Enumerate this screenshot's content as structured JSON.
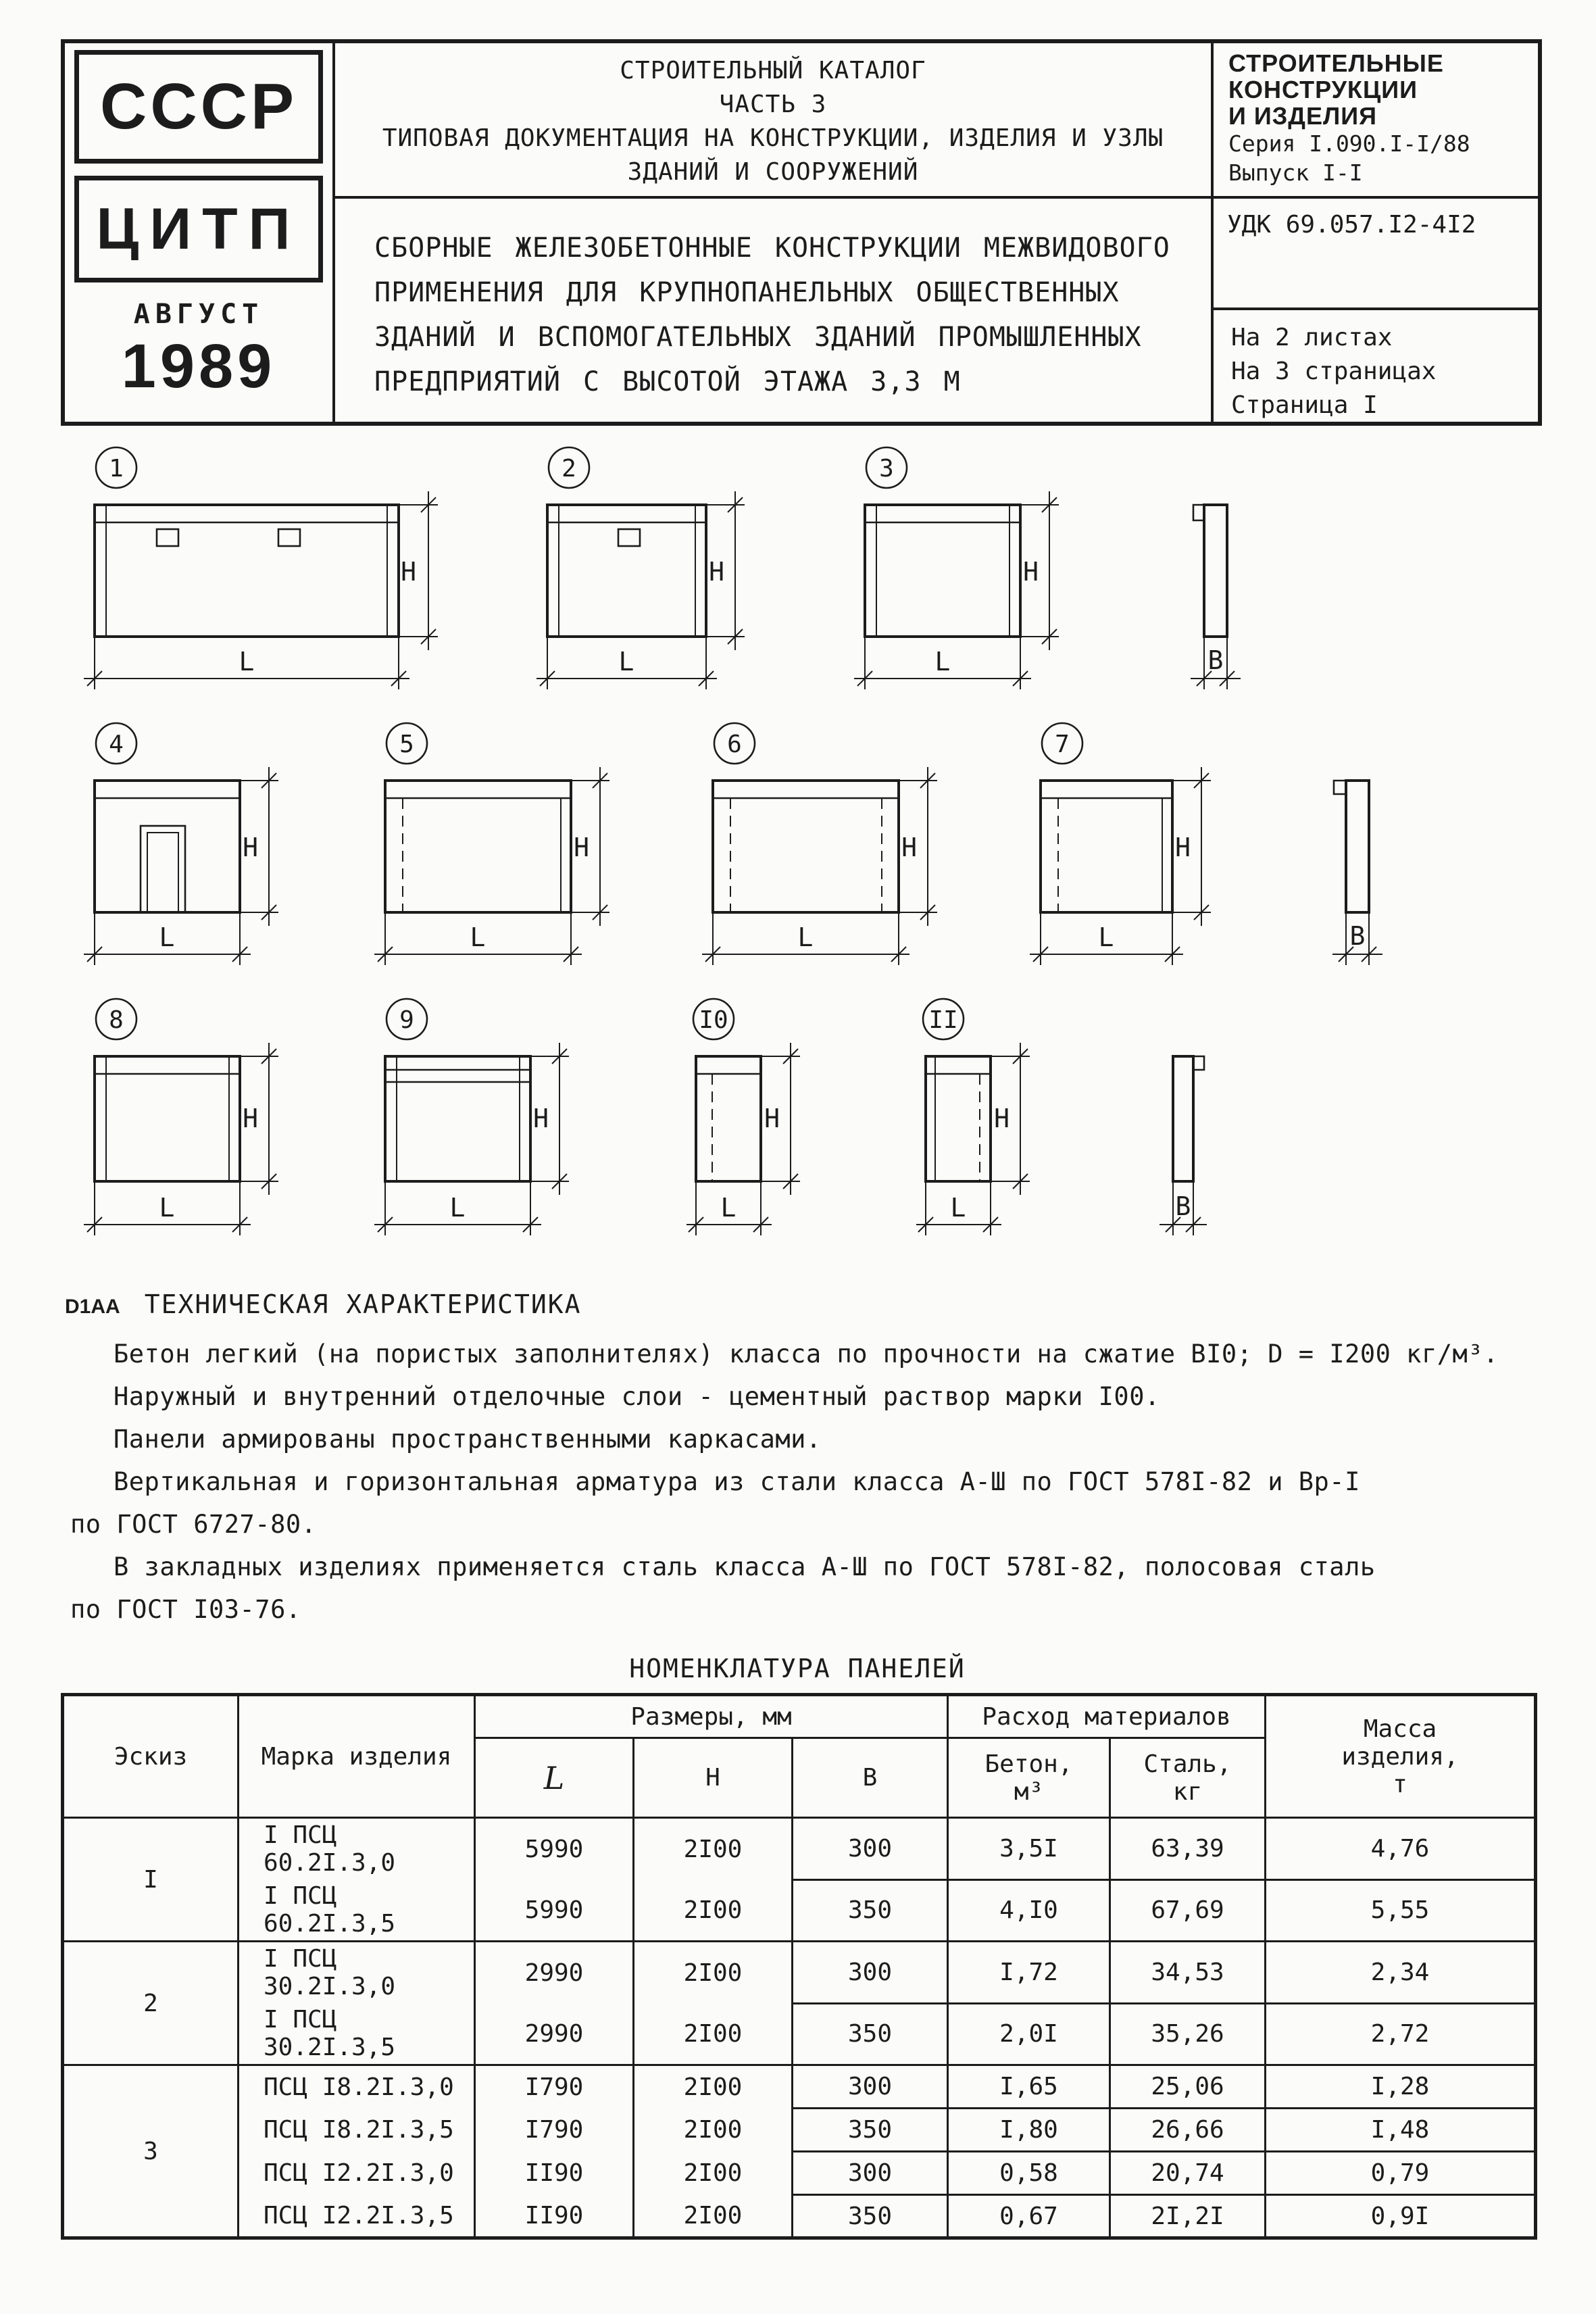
{
  "stamp": {
    "country": "СССР",
    "publisher": "ЦИТП",
    "month": "АВГУСТ",
    "year": "1989"
  },
  "header": {
    "catalog": {
      "line1": "СТРОИТЕЛЬНЫЙ КАТАЛОГ",
      "line2": "ЧАСТЬ 3",
      "line3": "ТИПОВАЯ ДОКУМЕНТАЦИЯ НА КОНСТРУКЦИИ, ИЗДЕЛИЯ И УЗЛЫ",
      "line4": "ЗДАНИЙ И СООРУЖЕНИЙ"
    },
    "title_lines": [
      "СБОРНЫЕ ЖЕЛЕЗОБЕТОННЫЕ КОНСТРУКЦИИ МЕЖВИДОВОГО",
      "ПРИМЕНЕНИЯ ДЛЯ КРУПНОПАНЕЛЬНЫХ ОБЩЕСТВЕННЫХ",
      "ЗДАНИЙ И ВСПОМОГАТЕЛЬНЫХ ЗДАНИЙ ПРОМЫШЛЕННЫХ",
      "ПРЕДПРИЯТИЙ С ВЫСОТОЙ ЭТАЖА 3,3 М"
    ],
    "right": {
      "kind1": "СТРОИТЕЛЬНЫЕ",
      "kind2": "КОНСТРУКЦИИ",
      "kind3": "И ИЗДЕЛИЯ",
      "series": "Серия I.090.I-I/88",
      "issue": "Выпуск I-I",
      "udk": "УДК 69.057.I2-4I2",
      "sheets": "На 2 листах",
      "pages": "На 3 страницах",
      "page": "Страница I"
    }
  },
  "drawings": {
    "dim_l": "L",
    "dim_h": "H",
    "dim_b": "B",
    "nums": [
      "1",
      "2",
      "3",
      "4",
      "5",
      "6",
      "7",
      "8",
      "9",
      "I0",
      "II"
    ]
  },
  "tech": {
    "marker": "D1AA",
    "heading": "ТЕХНИЧЕСКАЯ ХАРАКТЕРИСТИКА",
    "lines": [
      "Бетон легкий (на пористых заполнителях) класса по прочности на сжатие ВI0; D = I200 кг/м³.",
      "Наружный и внутренний отделочные слои - цементный раствор марки I00.",
      "Панели армированы пространственными каркасами.",
      "Вертикальная и горизонтальная арматура из стали класса А-Ш по ГОСТ 578I-82 и Вр-I",
      "по ГОСТ 6727-80.",
      "В закладных изделиях применяется сталь класса А-Ш по ГОСТ 578I-82, полосовая сталь",
      "по ГОСТ I03-76."
    ]
  },
  "table": {
    "title": "НОМЕНКЛАТУРА ПАНЕЛЕЙ",
    "col_sketch": "Эскиз",
    "col_mark": "Марка изделия",
    "col_dims": "Размеры, мм",
    "col_L": "L",
    "col_H": "Н",
    "col_B": "В",
    "col_consumption": "Расход материалов",
    "col_concrete": "Бетон,\nм³",
    "col_steel": "Сталь,\nкг",
    "col_mass": "Масса\nизделия,\nт",
    "groups": [
      {
        "sketch": "I",
        "rows": [
          {
            "mark": "I ПСЦ 60.2I.3,0",
            "l": "5990",
            "h": "2I00",
            "b": "300",
            "concrete": "3,5I",
            "steel": "63,39",
            "mass": "4,76"
          },
          {
            "mark": "I ПСЦ 60.2I.3,5",
            "l": "5990",
            "h": "2I00",
            "b": "350",
            "concrete": "4,I0",
            "steel": "67,69",
            "mass": "5,55"
          }
        ]
      },
      {
        "sketch": "2",
        "rows": [
          {
            "mark": "I ПСЦ 30.2I.3,0",
            "l": "2990",
            "h": "2I00",
            "b": "300",
            "concrete": "I,72",
            "steel": "34,53",
            "mass": "2,34"
          },
          {
            "mark": "I ПСЦ 30.2I.3,5",
            "l": "2990",
            "h": "2I00",
            "b": "350",
            "concrete": "2,0I",
            "steel": "35,26",
            "mass": "2,72"
          }
        ]
      },
      {
        "sketch": "3",
        "rows": [
          {
            "mark": "ПСЦ I8.2I.3,0",
            "l": "I790",
            "h": "2I00",
            "b": "300",
            "concrete": "I,65",
            "steel": "25,06",
            "mass": "I,28"
          },
          {
            "mark": "ПСЦ I8.2I.3,5",
            "l": "I790",
            "h": "2I00",
            "b": "350",
            "concrete": "I,80",
            "steel": "26,66",
            "mass": "I,48"
          },
          {
            "mark": "ПСЦ I2.2I.3,0",
            "l": "II90",
            "h": "2I00",
            "b": "300",
            "concrete": "0,58",
            "steel": "20,74",
            "mass": "0,79"
          },
          {
            "mark": "ПСЦ I2.2I.3,5",
            "l": "II90",
            "h": "2I00",
            "b": "350",
            "concrete": "0,67",
            "steel": "2I,2I",
            "mass": "0,9I"
          }
        ]
      }
    ]
  }
}
